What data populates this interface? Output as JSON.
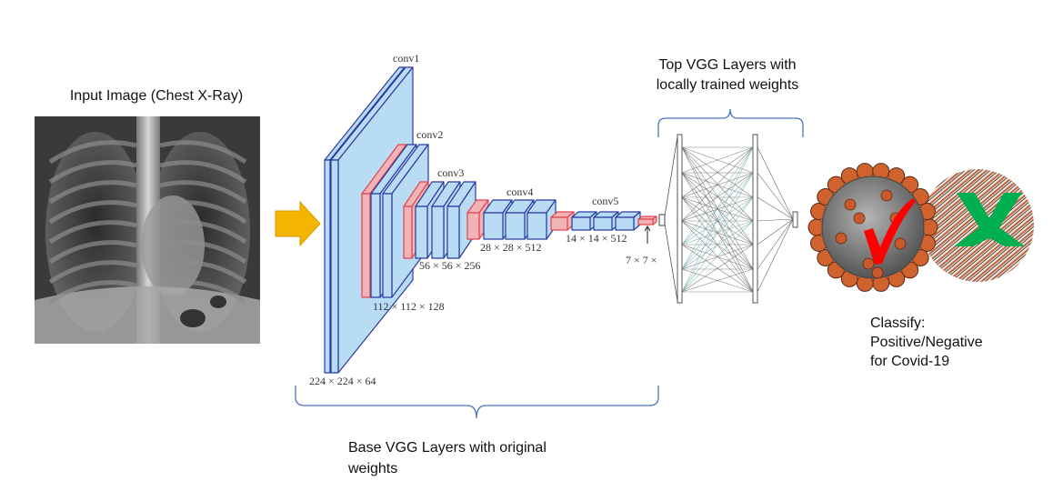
{
  "input": {
    "title": "Input Image (Chest X-Ray)"
  },
  "vgg": {
    "blocks": [
      {
        "name": "conv1",
        "size": "224 × 224 × 64"
      },
      {
        "name": "conv2",
        "size": "112 × 112 × 128"
      },
      {
        "name": "conv3",
        "size": "56 × 56 × 256"
      },
      {
        "name": "conv4",
        "size": "28 × 28 × 512"
      },
      {
        "name": "conv5",
        "size": "14 × 14 × 512"
      }
    ],
    "final_size": "7 × 7 ×"
  },
  "top_layers": {
    "line1": "Top VGG Layers with",
    "line2": "locally trained weights"
  },
  "base_layers": {
    "line1": "Base VGG Layers with original",
    "line2": "weights"
  },
  "classify": {
    "line1": "Classify:",
    "line2": "Positive/Negative",
    "line3": "for  Covid-19"
  },
  "colors": {
    "conv_fill": "#b7dcf4",
    "conv_stroke": "#2b3aa0",
    "pool_fill": "#f2b3b6",
    "pool_stroke": "#e0454f",
    "arrow": "#f5b400",
    "bracket": "#4a72c4",
    "check": "#ff0000",
    "cross": "#00b050"
  }
}
